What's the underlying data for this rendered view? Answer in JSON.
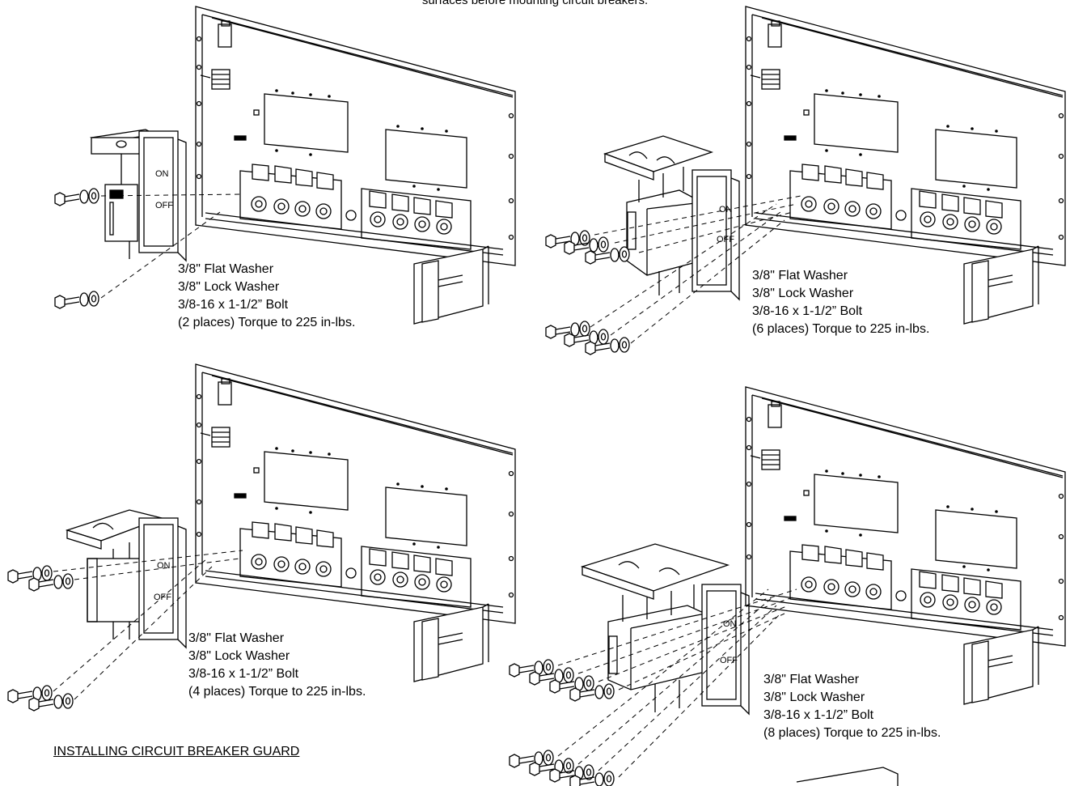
{
  "header_note": "surfaces before mounting circuit breakers.",
  "switch_labels": {
    "on": "ON",
    "off": "OFF"
  },
  "callouts": [
    {
      "id": "two",
      "lines": [
        "3/8\" Flat Washer",
        "3/8\" Lock Washer",
        "3/8-16 x 1-1/2” Bolt",
        "(2 places) Torque to 225 in-lbs."
      ]
    },
    {
      "id": "six",
      "lines": [
        "3/8\" Flat Washer",
        "3/8\" Lock Washer",
        "3/8-16 x 1-1/2” Bolt",
        "(6 places) Torque to 225 in-lbs."
      ]
    },
    {
      "id": "four",
      "lines": [
        "3/8\" Flat Washer",
        "3/8\" Lock Washer",
        "3/8-16 x 1-1/2” Bolt",
        "(4 places) Torque to 225 in-lbs."
      ]
    },
    {
      "id": "eight",
      "lines": [
        "3/8\" Flat Washer",
        "3/8\" Lock Washer",
        "3/8-16 x 1-1/2” Bolt",
        "(8 places) Torque to 225 in-lbs."
      ]
    }
  ],
  "section_title": "INSTALLING CIRCUIT BREAKER GUARD"
}
